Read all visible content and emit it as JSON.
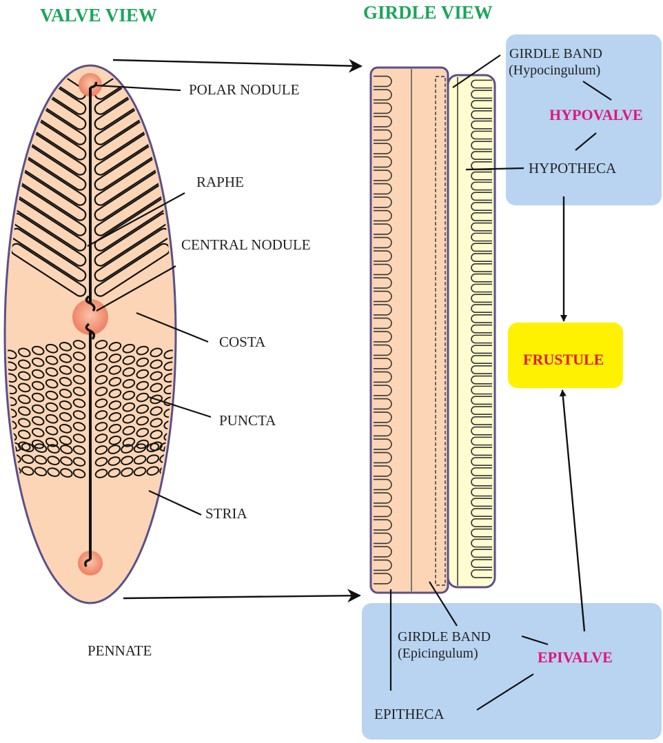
{
  "headings": {
    "valve_view": "VALVE VIEW",
    "girdle_view": "GIRDLE VIEW"
  },
  "valve_labels": {
    "polar_nodule": "POLAR NODULE",
    "raphe": "RAPHE",
    "central_nodule": "CENTRAL NODULE",
    "costa": "COSTA",
    "puncta": "PUNCTA",
    "stria": "STRIA",
    "pennate": "PENNATE"
  },
  "girdle_labels": {
    "hypo_band_line1": "GIRDLE BAND",
    "hypo_band_line2": "(Hypocingulum)",
    "hypovalve": "HYPOVALVE",
    "hypotheca": "HYPOTHECA",
    "frustule": "FRUSTULE",
    "epi_band_line1": "GIRDLE BAND",
    "epi_band_line2": "(Epicingulum)",
    "epivalve": "EPIVALVE",
    "epitheca": "EPITHECA"
  },
  "colors": {
    "heading_green": "#1aa65c",
    "valve_fill": "#fbd5b5",
    "valve_outline": "#5a4f8a",
    "nodule": "#f2967a",
    "hypotheca_fill": "#fffccf",
    "info_box": "#b8d4f0",
    "frustule_box": "#fff200",
    "magenta": "#e0157a",
    "frustule_text": "#e21a3a"
  }
}
